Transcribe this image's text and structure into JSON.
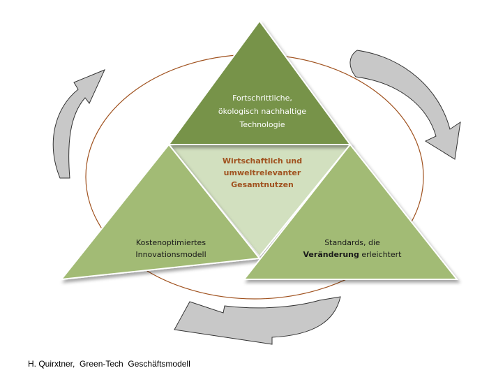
{
  "diagram": {
    "top_triangle": {
      "lines": [
        "Fortschrittliche,",
        "ökologisch nachhaltige",
        "Technologie"
      ]
    },
    "center_triangle": {
      "lines": [
        "Wirtschaftlich und",
        "umweltrelevanter",
        "Gesamtnutzen"
      ]
    },
    "left_triangle": {
      "lines": [
        "Kostenoptimiertes",
        "Innovationsmodell"
      ]
    },
    "right_triangle": {
      "line1": "Standards, die",
      "line2_bold": "Veränderung",
      "line2_rest": " erleichtert"
    }
  },
  "caption": "H. Quirxtner,  Green-Tech  Geschäftsmodell",
  "colors": {
    "top_fill": "#77934a",
    "side_fill": "#a2bb74",
    "center_fill": "#d2e0bf",
    "ellipse_stroke": "#a0521f",
    "arrow_fill": "#c8c8c8"
  }
}
